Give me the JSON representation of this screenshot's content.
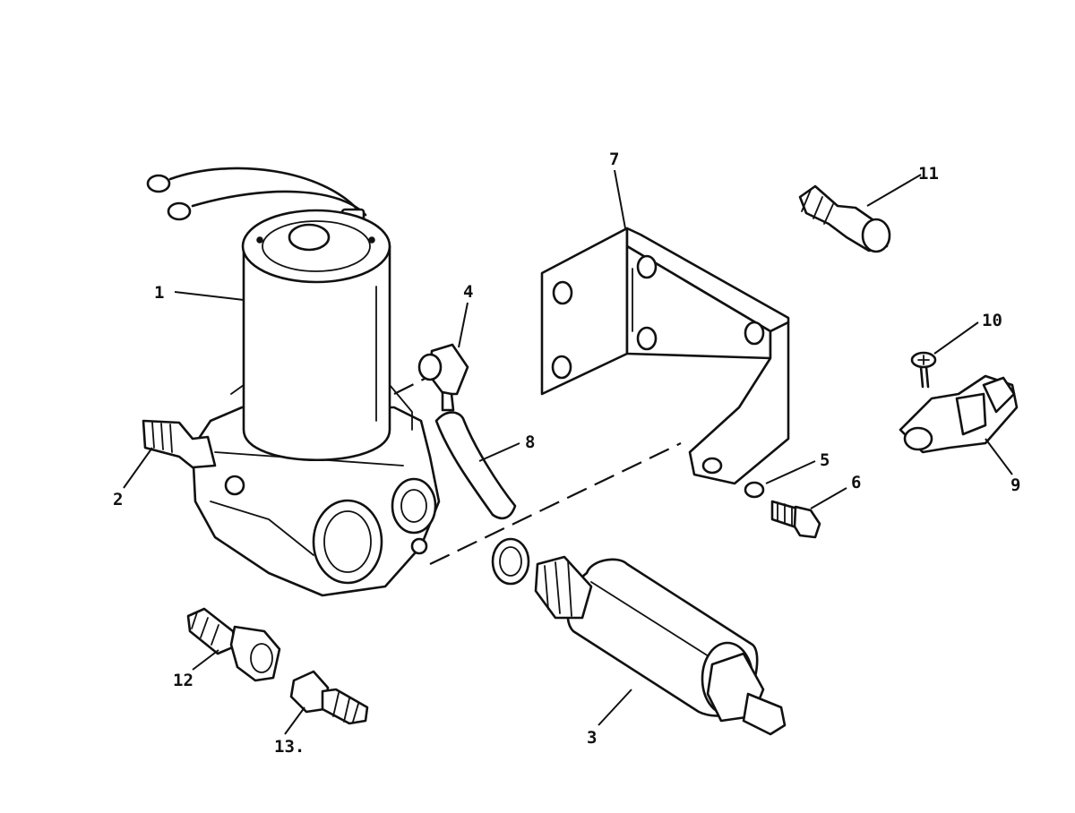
{
  "callouts": [
    {
      "id": "1",
      "text": "1"
    },
    {
      "id": "2",
      "text": "2"
    },
    {
      "id": "3",
      "text": "3"
    },
    {
      "id": "4",
      "text": "4"
    },
    {
      "id": "5",
      "text": "5"
    },
    {
      "id": "6",
      "text": "6"
    },
    {
      "id": "7",
      "text": "7"
    },
    {
      "id": "8",
      "text": "8"
    },
    {
      "id": "9",
      "text": "9"
    },
    {
      "id": "10",
      "text": "10"
    },
    {
      "id": "11",
      "text": "11"
    },
    {
      "id": "12",
      "text": "12"
    },
    {
      "id": "13",
      "text": "13."
    }
  ],
  "colors": {
    "ink": "#111111",
    "paper": "#ffffff"
  }
}
